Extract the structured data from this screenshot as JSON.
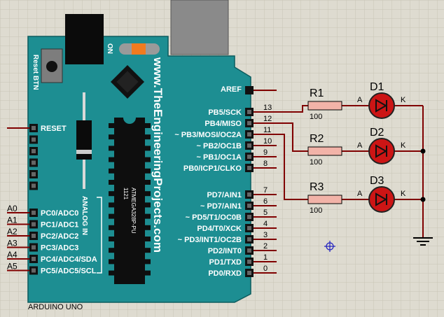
{
  "board": {
    "name": "ARDUINO UNO",
    "brand": "www.TheEngineeringProjects.com",
    "chip_label": "ATMEGA328P-PU",
    "chip_number": "1121",
    "reset_btn_label": "Reset BTN",
    "power_label": "ON",
    "analog_in_label": "ANALOG IN",
    "reset_pin_label": "RESET",
    "aref_label": "AREF",
    "colors": {
      "board": "#1d8e92",
      "wire": "#800000",
      "led": "#cc1515",
      "resistor": "#f2b3a8"
    }
  },
  "digital_pins_upper": [
    {
      "label": "PB5/SCK",
      "num": "13"
    },
    {
      "label": "PB4/MISO",
      "num": "12"
    },
    {
      "label": "~ PB3/MOSI/OC2A",
      "num": "11"
    },
    {
      "label": "~ PB2/OC1B",
      "num": "10"
    },
    {
      "label": "~ PB1/OC1A",
      "num": "9"
    },
    {
      "label": "PB0/ICP1/CLKO",
      "num": "8"
    }
  ],
  "digital_pins_lower": [
    {
      "label": "PD7/AIN1",
      "num": "7"
    },
    {
      "label": "~ PD7/AIN1",
      "num": "6"
    },
    {
      "label": "~ PD5/T1/OC0B",
      "num": "5"
    },
    {
      "label": "PD4/T0/XCK",
      "num": "4"
    },
    {
      "label": "~ PD3/INT1/OC2B",
      "num": "3"
    },
    {
      "label": "PD2/INT0",
      "num": "2"
    },
    {
      "label": "PD1/TXD",
      "num": "1"
    },
    {
      "label": "PD0/RXD",
      "num": "0"
    }
  ],
  "analog_pins": [
    {
      "label": "PC0/ADC0",
      "net": "A0"
    },
    {
      "label": "PC1/ADC1",
      "net": "A1"
    },
    {
      "label": "PC2/ADC2",
      "net": "A2"
    },
    {
      "label": "PC3/ADC3",
      "net": "A3"
    },
    {
      "label": "PC4/ADC4/SDA",
      "net": "A4"
    },
    {
      "label": "PC5/ADC5/SCL",
      "net": "A5"
    }
  ],
  "resistors": [
    {
      "ref": "R1",
      "value": "100"
    },
    {
      "ref": "R2",
      "value": "100"
    },
    {
      "ref": "R3",
      "value": "100"
    }
  ],
  "leds": [
    {
      "ref": "D1",
      "anode": "A",
      "cathode": "K"
    },
    {
      "ref": "D2",
      "anode": "A",
      "cathode": "K"
    },
    {
      "ref": "D3",
      "anode": "A",
      "cathode": "K"
    }
  ]
}
